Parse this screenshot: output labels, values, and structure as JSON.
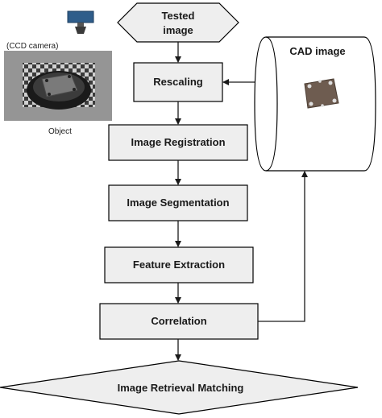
{
  "nodes": {
    "tested_image": {
      "line1": "Tested",
      "line2": "image"
    },
    "cad_image": {
      "label": "CAD image"
    },
    "rescaling": {
      "label": "Rescaling"
    },
    "registration": {
      "label": "Image Registration"
    },
    "segmentation": {
      "label": "Image Segmentation"
    },
    "feature_extraction": {
      "label": "Feature Extraction"
    },
    "correlation": {
      "label": "Correlation"
    },
    "retrieval_matching": {
      "label": "Image Retrieval Matching"
    }
  },
  "camera": {
    "label": "(CCD camera)",
    "object_label": "Object",
    "icon": "ccd-camera-icon"
  },
  "colors": {
    "box_fill": "#eeeeee",
    "stroke": "#000000",
    "camera_blue": "#2f5d8a",
    "part_fill": "#6e5c50"
  }
}
